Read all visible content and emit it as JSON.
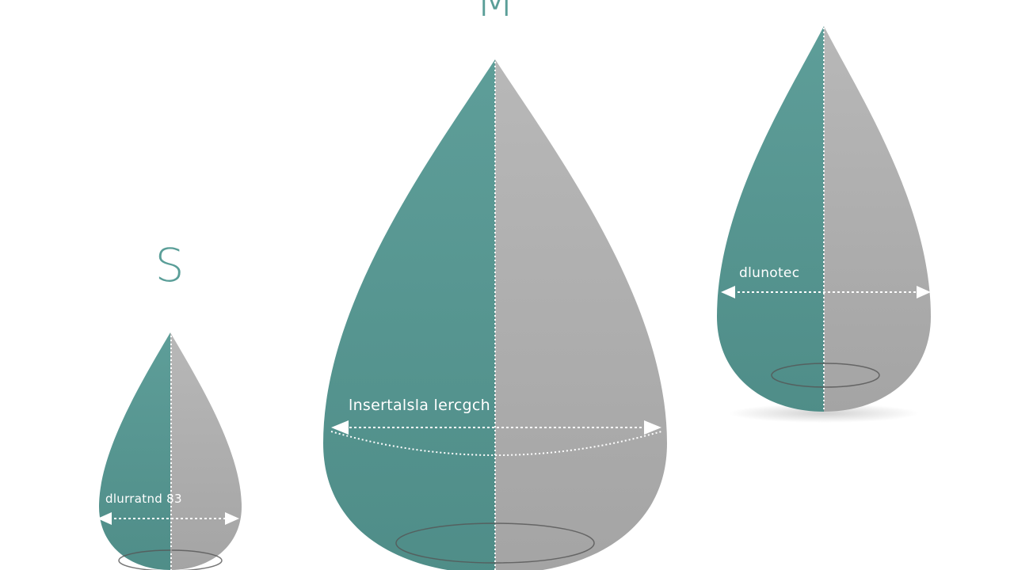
{
  "size_labels": {
    "small": "S",
    "medium": "M"
  },
  "measure_labels": {
    "small": "dlurratnd 83",
    "medium": "lnsertalsla lercgch",
    "large": "dlunotec"
  },
  "colors": {
    "teal": "#5f9e99",
    "teal_dark": "#4c8a85",
    "gray": "#b3b3b3",
    "gray_dark": "#9c9c9c",
    "letter": "#5a9e98",
    "guide": "#ffffff",
    "base_ring": "#555555"
  }
}
